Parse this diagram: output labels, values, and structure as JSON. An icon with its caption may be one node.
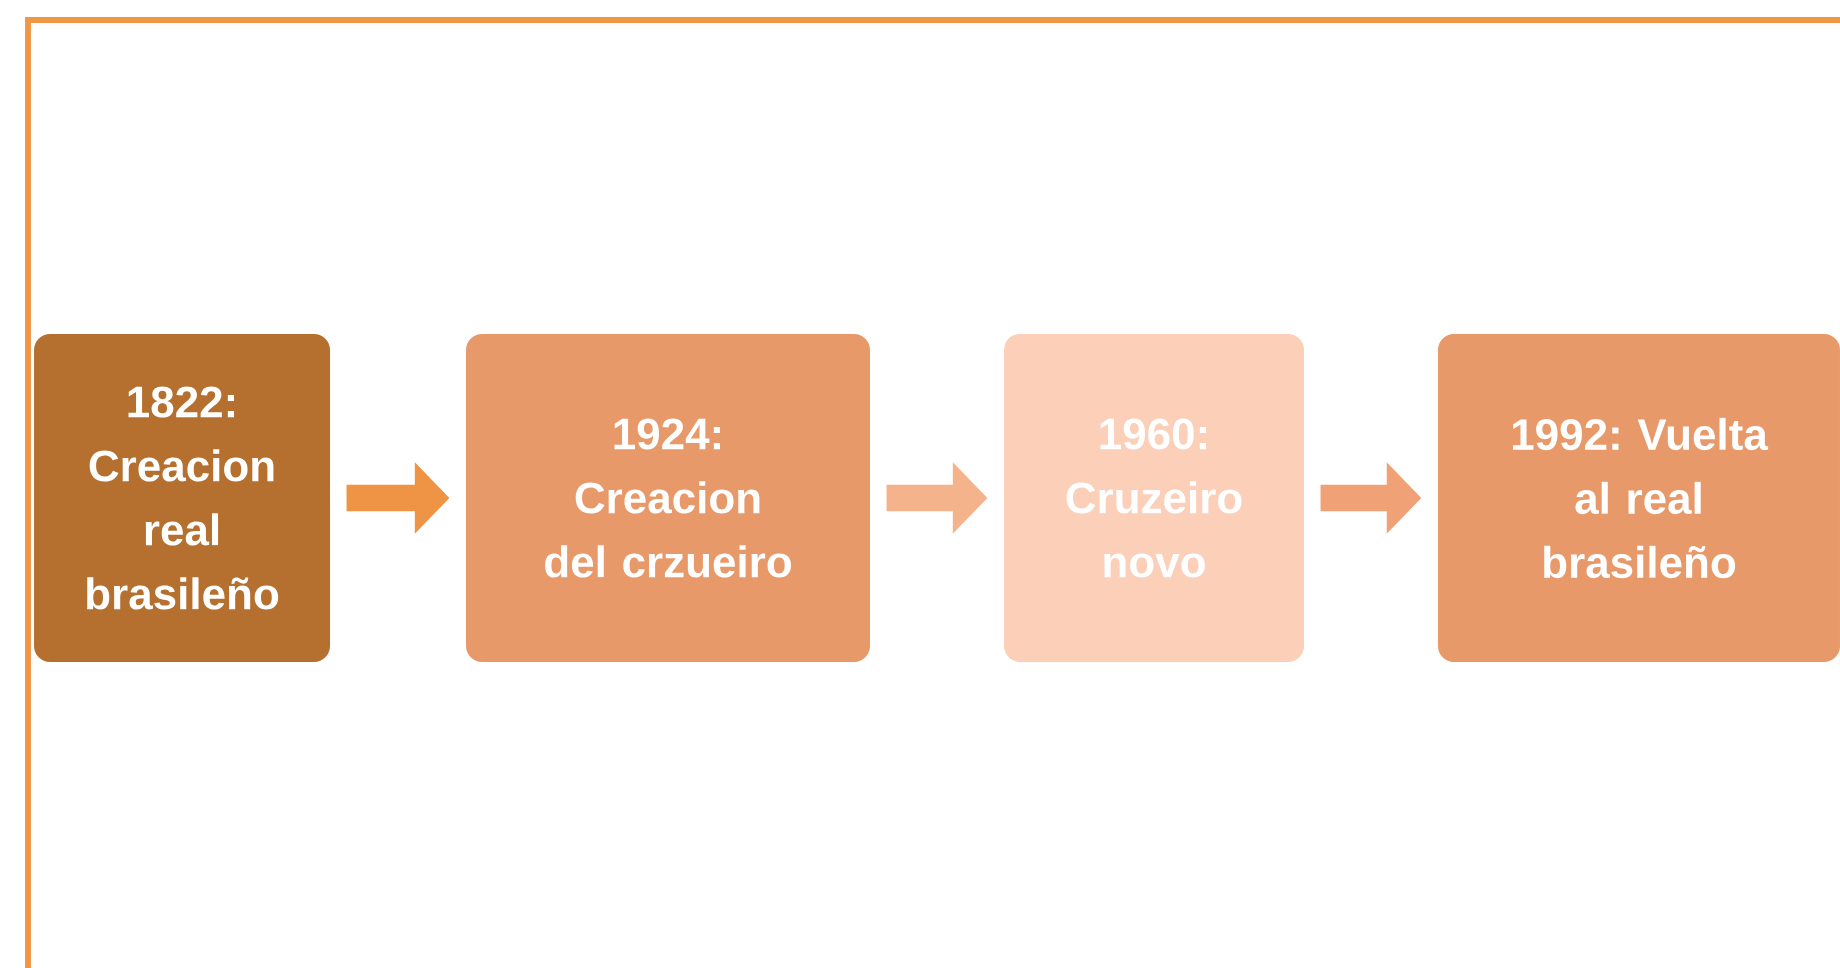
{
  "diagram": {
    "nodes": [
      {
        "text": [
          "1822: Creacion real brasileño"
        ]
      },
      {
        "text": [
          "1924: Creacion del crzueiro"
        ]
      },
      {
        "text": [
          "1960: Cruzeiro novo"
        ]
      },
      {
        "text": [
          "1992: Vuelta al real brasileño"
        ]
      }
    ],
    "edges": [
      {
        "from": 0,
        "to": 1,
        "arrow": "to",
        "color": "#ee9444"
      },
      {
        "from": 1,
        "to": 2,
        "arrow": "to",
        "color": "#f5b38c"
      },
      {
        "from": 2,
        "to": 3,
        "arrow": "to",
        "color": "#f0a276"
      }
    ]
  }
}
